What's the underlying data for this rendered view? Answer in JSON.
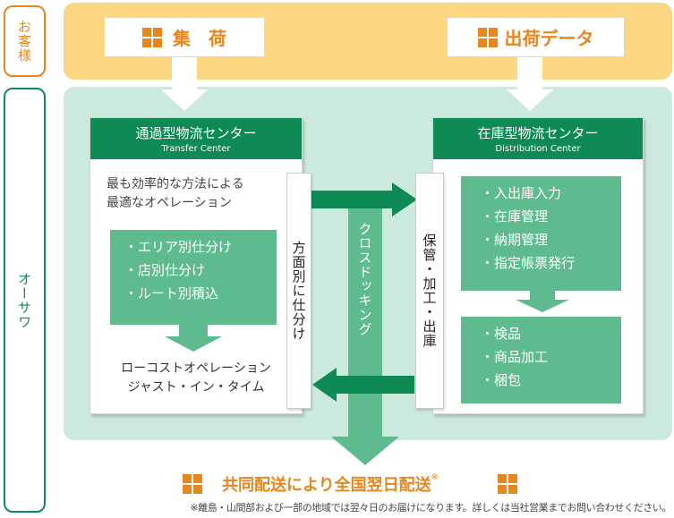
{
  "side_labels": {
    "customer": "お客様",
    "company": "オーサワ"
  },
  "top": {
    "pickup": "集　荷",
    "shipping_data": "出荷データ"
  },
  "transfer_center": {
    "title": "通過型物流センター",
    "subtitle": "Transfer Center",
    "desc_line1": "最も効率的な方法による",
    "desc_line2": "最適なオペレーション",
    "tasks": [
      "・エリア別仕分け",
      "・店別仕分け",
      "・ルート別積込"
    ],
    "result_line1": "ローコストオペレーション",
    "result_line2": "ジャスト・イン・タイム"
  },
  "sort_label": "方面別に仕分け",
  "crossdock_label": "クロスドッキング",
  "store_label": "保管・加工・出庫",
  "distribution_center": {
    "title": "在庫型物流センター",
    "subtitle": "Distribution Center",
    "tasks1": [
      "・入出庫入力",
      "・在庫管理",
      "・納期管理",
      "・指定帳票発行"
    ],
    "tasks2": [
      "・検品",
      "・商品加工",
      "・梱包"
    ]
  },
  "bottom": {
    "result": "共同配送により全国翌日配送",
    "mark": "※"
  },
  "footnote": "※離島・山間部および一部の地域では翌々日のお届けになります。詳しくは当社営業までお問い合わせください。",
  "colors": {
    "orange": "#e8861c",
    "yellow_bg": "#fbd683",
    "green_bg": "#cce9de",
    "dark_green": "#0e8a55",
    "mid_green": "#5dbb8e"
  }
}
